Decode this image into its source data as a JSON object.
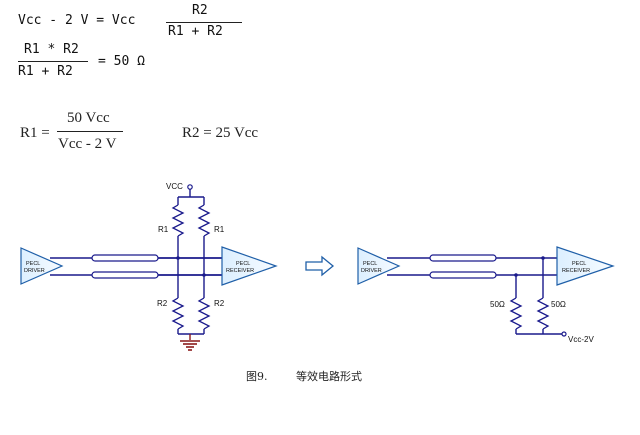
{
  "equations": {
    "eq1": {
      "lhs": "Vcc - 2 V = Vcc",
      "num": "R2",
      "den": "R1 + R2"
    },
    "eq2": {
      "num": "R1 * R2",
      "den": "R1 + R2",
      "rhs": "= 50 Ω"
    },
    "eq3": {
      "lhs": "R1 =",
      "num": "50 Vcc",
      "den": "Vcc - 2 V"
    },
    "eq4": {
      "text": "R2 = 25 Vcc"
    }
  },
  "left_circuit": {
    "vcc_label": "VCC",
    "r1_left": "R1",
    "r1_right": "R1",
    "r2_left": "R2",
    "r2_right": "R2",
    "driver_label_1": "PECL",
    "driver_label_2": "DRIVER",
    "receiver_label_1": "PECL",
    "receiver_label_2": "RECEIVER"
  },
  "right_circuit": {
    "driver_label_1": "PECL",
    "driver_label_2": "DRIVER",
    "receiver_label_1": "PECL",
    "receiver_label_2": "RECEIVER",
    "res_left": "50Ω",
    "res_right": "50Ω",
    "vterm_label": "Vcc-2V"
  },
  "caption": {
    "figure": "图9.",
    "title": "等效电路形式"
  },
  "colors": {
    "wire_blue": "#1a1a8c",
    "ground_red": "#8b1a1a",
    "driver_fill": "#e8f4ff",
    "driver_stroke": "#1f5fa8"
  }
}
